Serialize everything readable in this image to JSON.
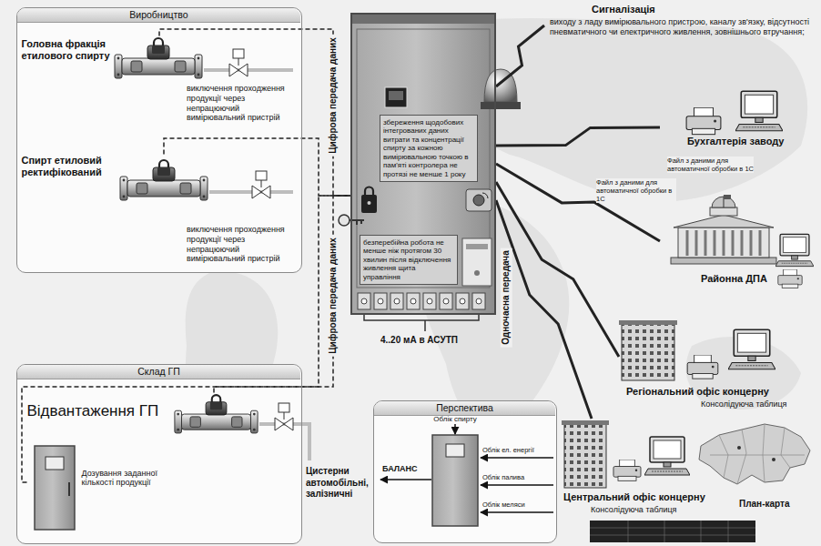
{
  "diagram": {
    "nodes": [
      {
        "text": [
          "Виробництво"
        ]
      },
      {
        "text": [
          "Головна фракція етилового спирту"
        ],
        "in": 0
      },
      {
        "text": [
          "Спирт етиловий ректифікований"
        ],
        "in": 0
      },
      {
        "text": [
          "Склад ГП"
        ]
      },
      {
        "text": [
          "Відвантаження ГП"
        ],
        "in": 3
      },
      {
        "text": [
          "Дозування заданної кількості продукції"
        ],
        "in": 3
      },
      {
        "text": [
          "збереження щодобових інтегрованих даних витрати та концентрації спирту за кожною вимірювальною точкою в пам'яті контролера не протязі не менше 1 року",
          "безперебійна робота не менше ніж протягом 30 хвилин після відключення живлення щита управління"
        ]
      },
      {
        "text": [
          "Сигналізація",
          "виходу з ладу вимірювального пристрою, каналу зв'язку, відсутності пневматичного чи електричного живлення, зовнішнього втручання;"
        ]
      },
      {
        "text": [
          "Бухгалтерія заводу"
        ]
      },
      {
        "text": [
          "Районна ДПА"
        ]
      },
      {
        "text": [
          "Регіональний офіс концерну",
          "Консолідуюча таблиця"
        ]
      },
      {
        "text": [
          "Центральний офіс концерну",
          "Консолідуюча таблиця"
        ]
      },
      {
        "text": [
          "Перспектива"
        ]
      }
    ],
    "edges": [
      {
        "from": 1,
        "to": 6,
        "arrow": "none",
        "label": "Цифрова передача даних"
      },
      {
        "from": 2,
        "to": 6,
        "arrow": "none"
      },
      {
        "from": 4,
        "to": 6,
        "arrow": "none",
        "label": "Цифрова передача даних"
      },
      {
        "from": 5,
        "to": 6,
        "arrow": "none"
      },
      {
        "from": 6,
        "to": 7,
        "arrow": "none"
      },
      {
        "from": 6,
        "to": 8,
        "arrow": "none",
        "label": "Файл з даними для автоматичної обробки в 1С"
      },
      {
        "from": 6,
        "to": 9,
        "arrow": "none",
        "label": "Файл з даними для автоматичної обробки в 1С"
      },
      {
        "from": 6,
        "to": 10,
        "arrow": "none"
      },
      {
        "from": 6,
        "to": 11,
        "arrow": "none"
      }
    ],
    "labels": [
      "виключення проходження продукції через непрацюючий вимірювальний пристрій",
      "виключення проходження продукції через непрацюючий вимірювальний пристрій",
      "Цистерни автомобільні, залізничні",
      "4..20 мА в АСУТП",
      "Одночасна передача",
      "Облік спирту",
      "Облік ел. енергії",
      "Облік палива",
      "Облік меляси",
      "БАЛАНС",
      "План-карта"
    ]
  }
}
